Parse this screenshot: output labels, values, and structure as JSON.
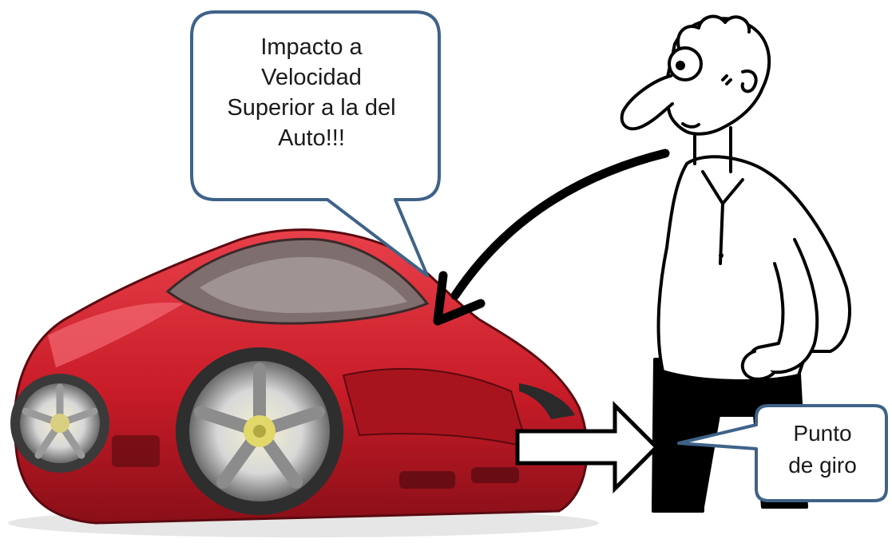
{
  "speech_bubble_main": {
    "lines": [
      "Impacto a",
      "Velocidad",
      "Superior a la del",
      "Auto!!!"
    ]
  },
  "speech_bubble_pivot": {
    "lines": [
      "Punto",
      "de giro"
    ]
  },
  "colors": {
    "bubble_border": "#3f6289",
    "car_body": "#d21e2a",
    "car_dark": "#8a0f18",
    "arrow": "#000000",
    "trousers": "#000000"
  },
  "icons": [
    "car-illustration",
    "cartoon-man-illustration",
    "curved-arrow-icon",
    "block-arrow-icon"
  ]
}
